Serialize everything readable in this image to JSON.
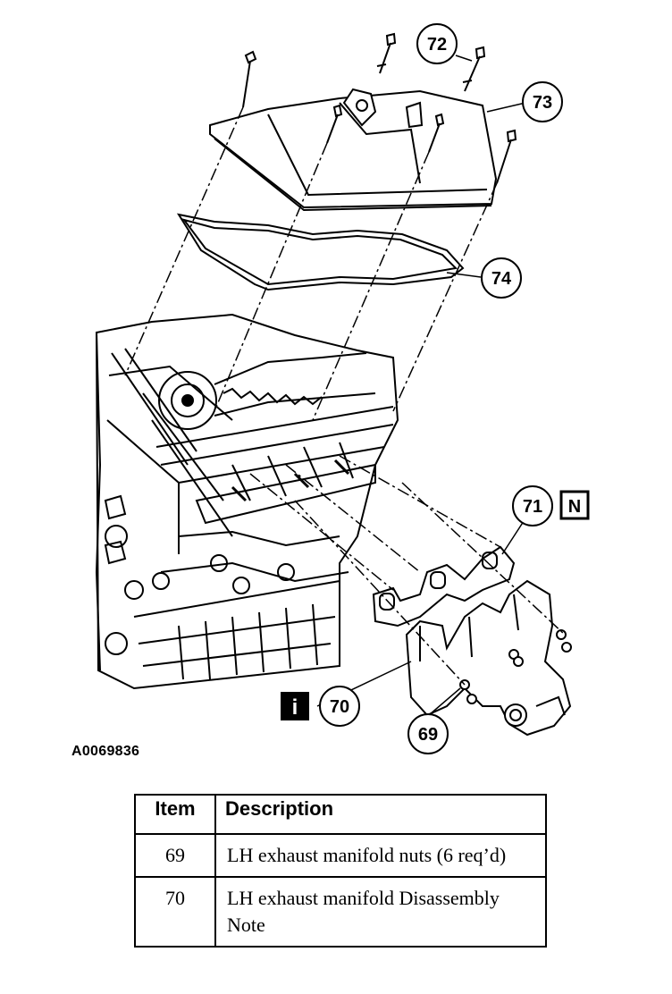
{
  "diagram": {
    "callouts": [
      "72",
      "73",
      "74",
      "71",
      "70",
      "69"
    ],
    "note_badge": "N",
    "info_badge": "i",
    "figure_id": "A0069836"
  },
  "table": {
    "headers": [
      "Item",
      "Description"
    ],
    "rows": [
      {
        "item": "69",
        "description": "LH exhaust manifold nuts (6 req’d)"
      },
      {
        "item": "70",
        "description": "LH exhaust manifold Disassembly Note"
      }
    ]
  }
}
